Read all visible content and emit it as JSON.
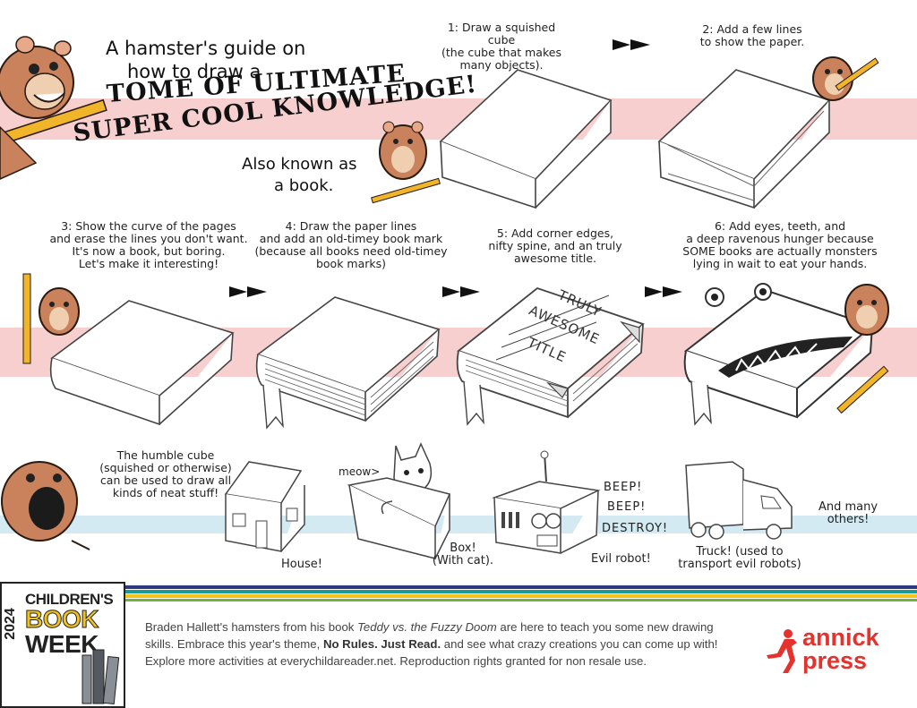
{
  "intro": {
    "line1": "A hamster's guide on",
    "line2": "how to draw a",
    "title1": "TOME OF ULTIMATE",
    "title2": "SUPER COOL KNOWLEDGE!",
    "aka1": "Also known as",
    "aka2": "a book."
  },
  "steps": [
    {
      "lines": [
        "1: Draw a squished cube",
        "(the cube that makes",
        "many objects)."
      ]
    },
    {
      "lines": [
        "2: Add a few lines",
        "to show the paper."
      ]
    },
    {
      "lines": [
        "3: Show the curve of the pages",
        "and erase the lines you don't want.",
        "It's now a book, but boring.",
        "Let's make it interesting!"
      ]
    },
    {
      "lines": [
        "4: Draw the paper lines",
        "and add an old-timey book mark",
        "(because all books need old-timey",
        "book marks)"
      ]
    },
    {
      "lines": [
        "5: Add corner edges,",
        "nifty spine, and an truly",
        "awesome title."
      ]
    },
    {
      "lines": [
        "6: Add eyes, teeth, and",
        "a deep ravenous hunger because",
        "SOME books are actually monsters",
        "lying in wait to eat your hands."
      ]
    }
  ],
  "book_title_words": [
    "TRULY",
    "AWESOME",
    "TITLE"
  ],
  "cube_note": {
    "lines": [
      "The humble cube",
      "(squished or otherwise)",
      "can be used to draw all",
      "kinds of neat stuff!"
    ]
  },
  "examples": {
    "house": "House!",
    "box1": "Box!",
    "box2": "(With cat).",
    "meow": "meow>",
    "robot": "Evil robot!",
    "beep1": "BEEP!",
    "beep2": "BEEP!",
    "destroy": "DESTROY!",
    "truck1": "Truck! (used to",
    "truck2": "transport evil robots)",
    "others1": "And many",
    "others2": "others!"
  },
  "footer": {
    "year": "2024",
    "cbw1": "CHILDREN'S",
    "cbw2": "BOOK",
    "cbw3": "WEEK",
    "text_a": "Braden Hallett's hamsters from his book ",
    "text_book": "Teddy vs. the Fuzzy Doom",
    "text_b": " are here to teach you some new drawing skills. Embrace this year's theme, ",
    "text_theme": "No Rules. Just Read.",
    "text_c": " and see what crazy creations you can come up with! Explore more activities at everychildareader.net. Reproduction rights granted for non resale use.",
    "publisher1": "annick",
    "publisher2": "press"
  },
  "colors": {
    "pink_band": "#f7cfcf",
    "blue_band": "#d3eaf2",
    "stripe_navy": "#2b3a7a",
    "stripe_teal": "#1a9a9a",
    "stripe_yellow": "#f3c317",
    "stripe_green": "#6cb33f",
    "book_week_yellow": "#f3c317",
    "annick_red": "#e5322d",
    "hamster": "#c9825b"
  }
}
